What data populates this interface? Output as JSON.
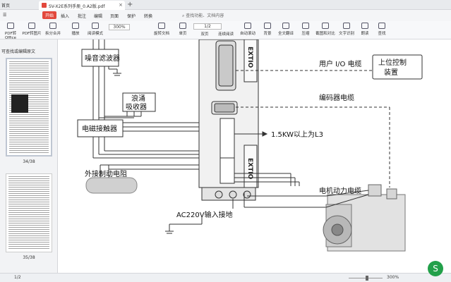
{
  "tabbar": {
    "app_label": "首页",
    "doc_title": "SV-X2E系列手册_0.A2版.pdf",
    "new_tab": "+"
  },
  "menubar": {
    "items": [
      "开始",
      "插入",
      "批注",
      "编辑",
      "页面",
      "保护",
      "转换"
    ],
    "search": "查找功能、文档内容"
  },
  "toolbar": {
    "items": [
      "PDF转Office",
      "PDF转图片",
      "拆分合并",
      "播放",
      "阅读模式",
      "旋转文档",
      "单页",
      "双页",
      "连续阅读",
      "自动滚动",
      "背景",
      "全文翻译",
      "压缩",
      "截图和对比",
      "文字识别",
      "朗读",
      "查找"
    ],
    "zoom": "300%",
    "page": "1/2"
  },
  "leftpanel": {
    "title": "可查找或编辑原文",
    "thumb_labels": [
      "34/38",
      "35/38"
    ]
  },
  "diagram": {
    "labels": {
      "noise_filter": "噪音滤波器",
      "surge_absorber_1": "浪涌",
      "surge_absorber_2": "吸收器",
      "contactor": "电磁接触器",
      "brake_resistor": "外接制动电阻",
      "ground": "AC220V输入接地",
      "io_cable": "用户 I/O 电缆",
      "host_1": "上位控制",
      "host_2": "装置",
      "encoder_cable": "编码器电缆",
      "l3_note": "1.5KW以上为L3",
      "motor_cable": "电机动力电缆",
      "drive_brand": "EXTIO",
      "drive_brand_2": "EXTIO"
    }
  },
  "statusbar": {
    "page": "1/2",
    "zoom": "300%"
  },
  "colors": {
    "accent": "#e2483c",
    "wps_green": "#22a04a"
  }
}
